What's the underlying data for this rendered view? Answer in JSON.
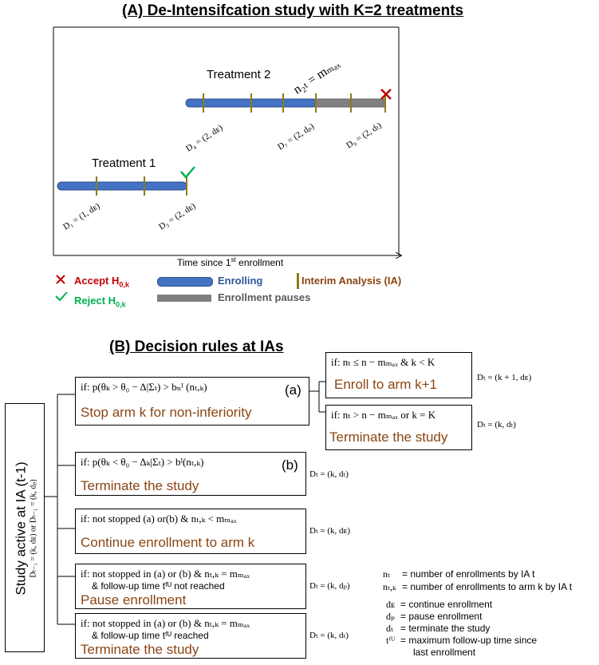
{
  "panel_a": {
    "title": "(A) De-Intensifcation study with K=2 treatments",
    "treatment1_label": "Treatment 1",
    "treatment2_label": "Treatment 2",
    "nmax_label": "n₂ₜ = mₘₐₓ",
    "d_labels": [
      "D₁ = (1, dᴇ)",
      "D₃ = (2, dᴇ)",
      "D₄ = (2, dᴇ)",
      "D₇ = (2, dₚ)",
      "D₉ = (2, dₜ)"
    ],
    "axis_label_pre": "Time since 1",
    "axis_label_sup": "st",
    "axis_label_post": " enrollment",
    "colors": {
      "enrolling": "#4472c4",
      "pause": "#808080",
      "interim": "#8b7b1a",
      "accept": "#c00000",
      "reject": "#00b050"
    }
  },
  "legend": {
    "accept_label": "Accept H",
    "accept_sub": "0,k",
    "reject_label": "Reject H",
    "reject_sub": "0,k",
    "enrolling_label": "Enrolling",
    "pauses_label": "Enrollment pauses",
    "ia_label": "Interim Analysis (IA)"
  },
  "panel_b": {
    "title": "(B) Decision rules at IAs",
    "side_label": "Study active at IA (t-1)",
    "side_sub": "Dₜ₋₁ = (k, dᴇ) or Dₜ₋₁ = (k, dₚ)",
    "rule_a": {
      "cond": "if:  p(θₖ > θ₀ − Δ|Σₜ) > bₙᴵ (nₜ,ₖ)",
      "tag": "(a)",
      "action": "Stop arm k for non-inferiority"
    },
    "rule_a1": {
      "cond": "if:  nₜ ≤ n − mₘₐₓ & k < K",
      "action": "Enroll to arm k+1",
      "result": "Dₜ = (k + 1, dᴇ)"
    },
    "rule_a2": {
      "cond": "if:  nₜ > n − mₘₐₓ or k = K",
      "action": "Terminate the study",
      "result": "Dₜ = (k, dₜ)"
    },
    "rule_b": {
      "cond": "if:  p(θₖ < θ₀ − Δₖ|Σₜ) > bᴵ(nₜ,ₖ)",
      "tag": "(b)",
      "action": "Terminate the study",
      "result": "Dₜ = (k, dₜ)"
    },
    "rule_c": {
      "cond": "if:  not stopped (a) or(b) & nₜ,ₖ < mₘₐₓ",
      "action": "Continue enrollment to arm k",
      "result": "Dₜ = (k, dᴇ)"
    },
    "rule_d": {
      "cond": "if:  not stopped in (a) or (b) & nₜ,ₖ = mₘₐₓ",
      "cond2": "& follow-up time tᶠᵁ not reached",
      "action": "Pause enrollment",
      "result": "Dₜ = (k, dₚ)"
    },
    "rule_e": {
      "cond": "if:  not stopped in (a) or (b) & nₜ,ₖ = mₘₐₓ",
      "cond2": "& follow-up time tᶠᵁ reached",
      "action": "Terminate the study",
      "result": "Dₜ = (k, dₜ)"
    }
  },
  "glossary": [
    {
      "sym": "nₜ",
      "text": "= number of enrollments by IA t"
    },
    {
      "sym": "nₜ,ₖ",
      "text": "= number of enrollments to arm k by IA t"
    },
    {
      "sym": "dᴇ",
      "text": "= continue enrollment"
    },
    {
      "sym": "dₚ",
      "text": "= pause enrollment"
    },
    {
      "sym": "dₜ",
      "text": "= terminate the study"
    },
    {
      "sym": "tᶠᵁ",
      "text": "= maximum follow-up time since"
    },
    {
      "sym": "",
      "text": "last enrollment"
    }
  ]
}
